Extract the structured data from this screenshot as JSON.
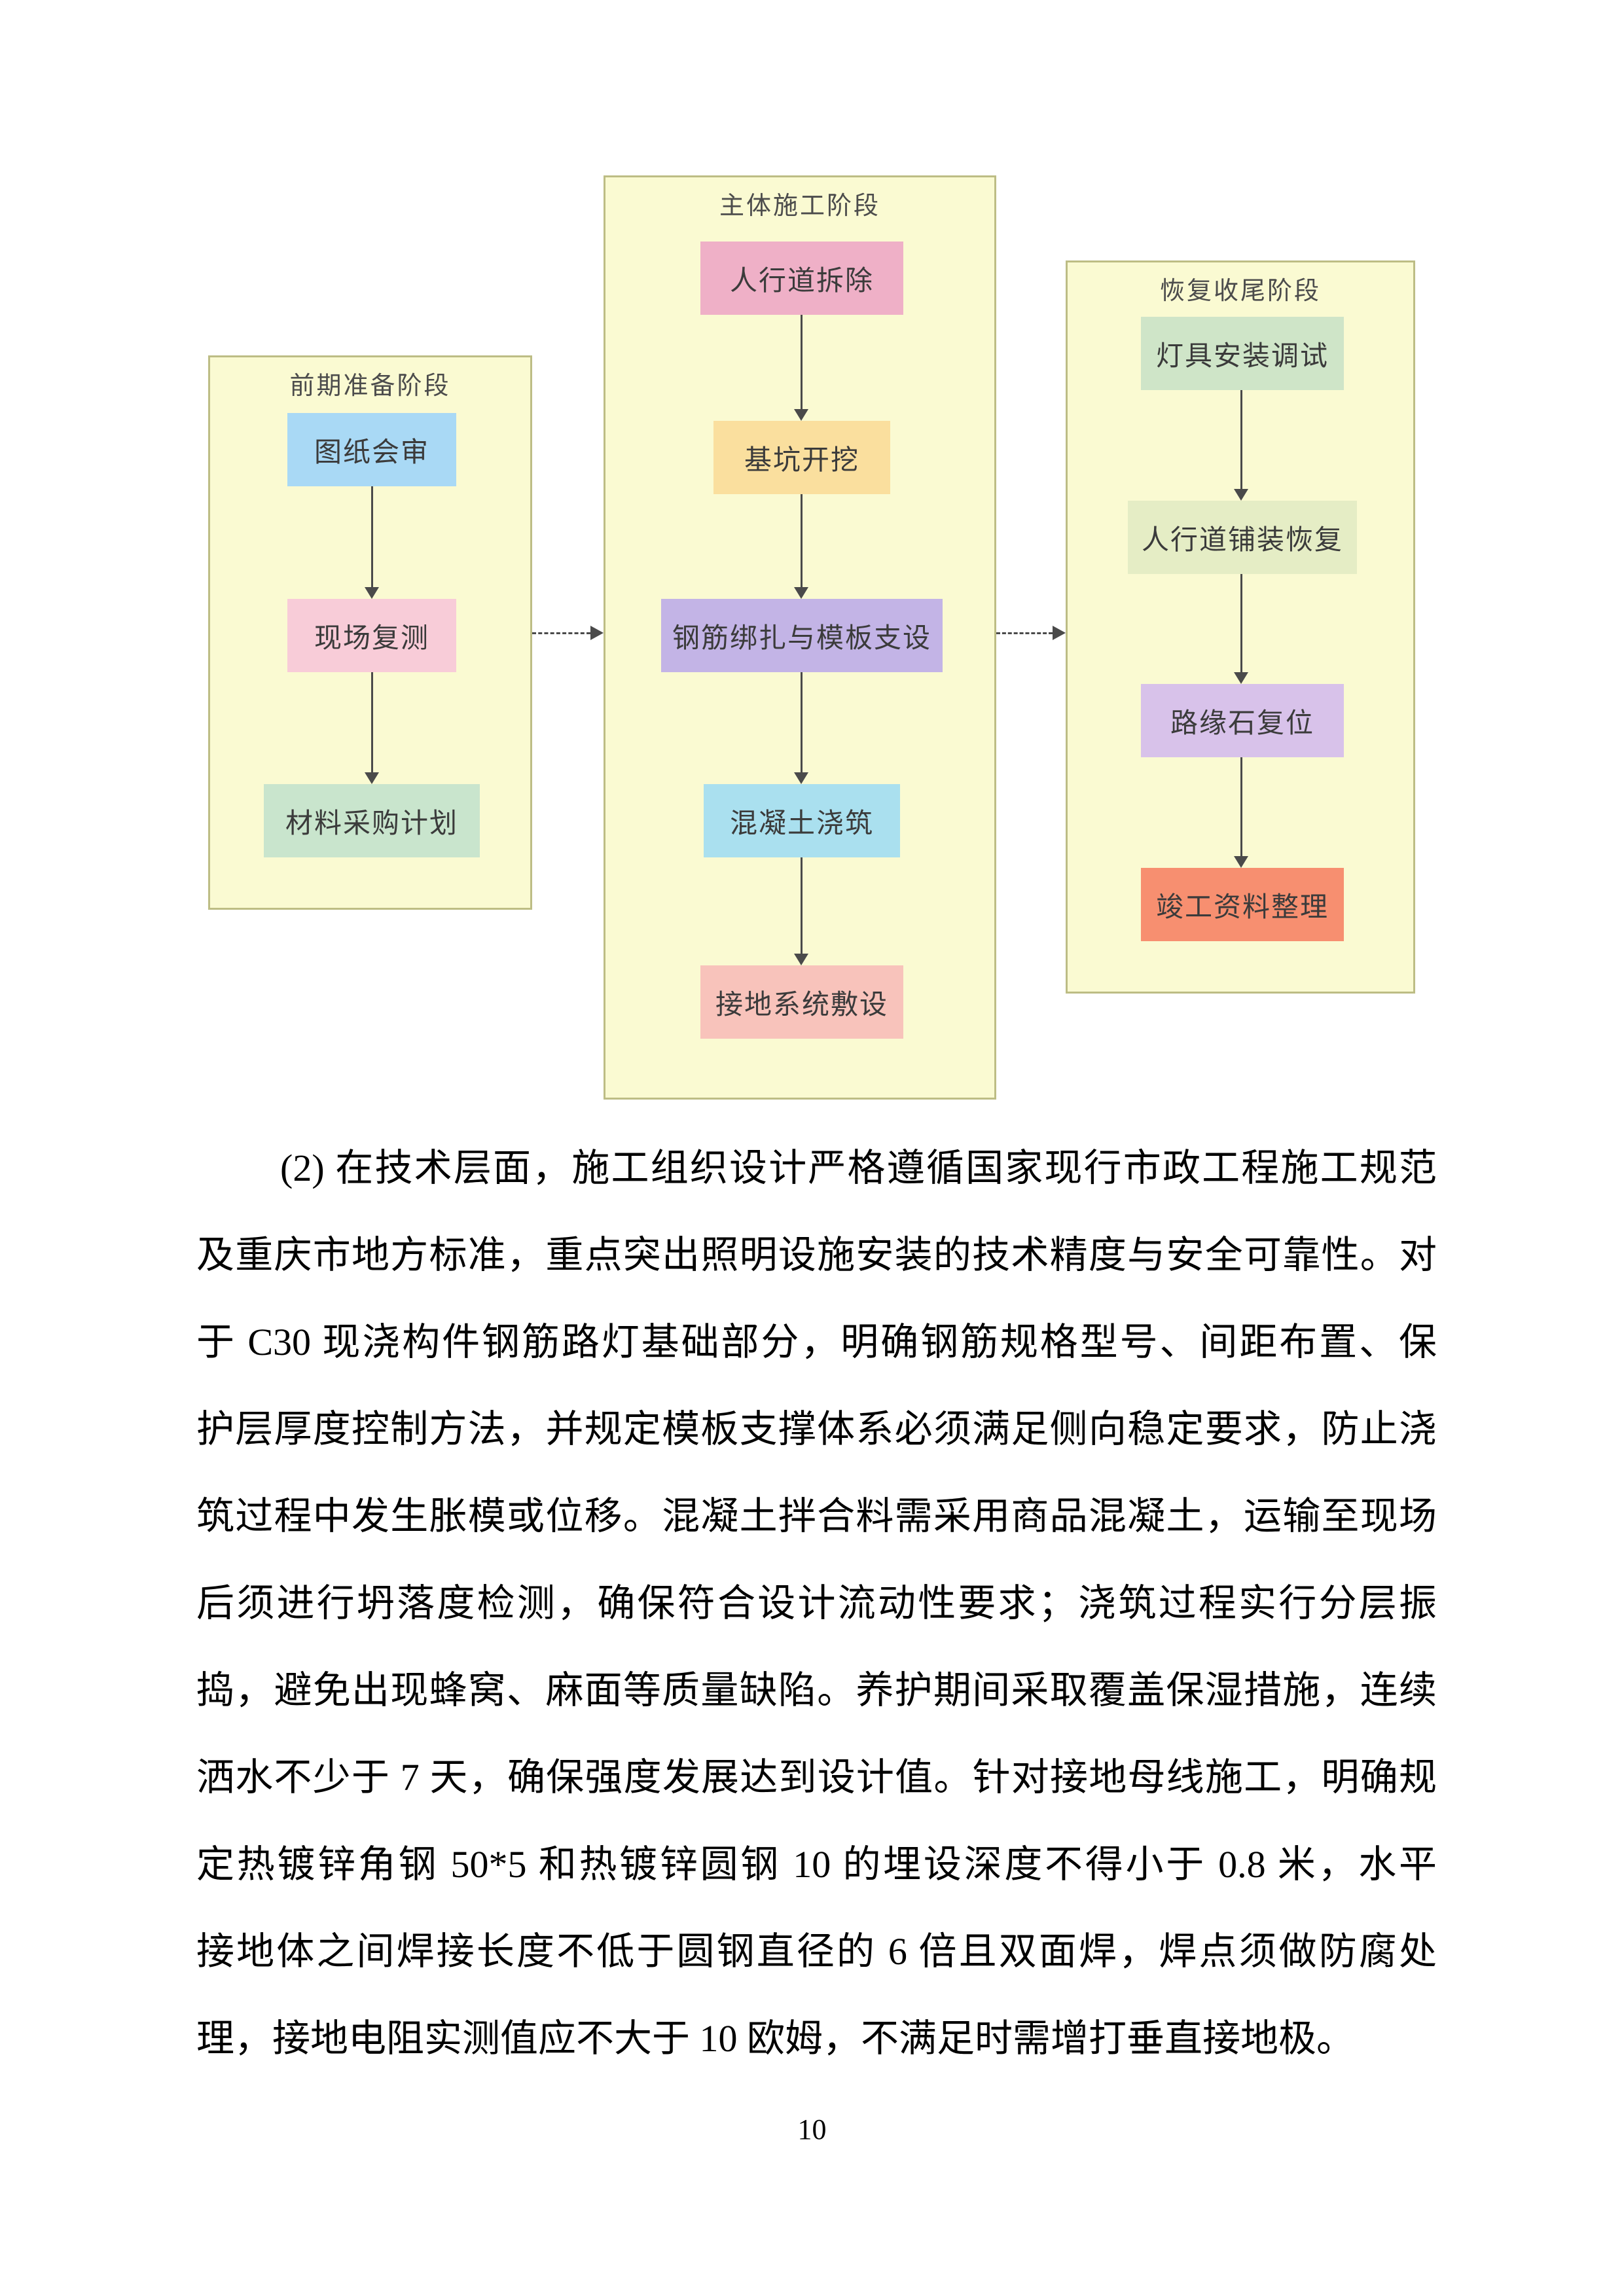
{
  "page": {
    "number": "10"
  },
  "flowchart": {
    "arrow_color": "#4a4a4a",
    "panel_bg": "#fafad2",
    "panel_border": "#bdbd85",
    "columns": [
      {
        "title": "前期准备阶段",
        "boxes": [
          {
            "label": "图纸会审",
            "color": "#a9d9f5"
          },
          {
            "label": "现场复测",
            "color": "#f8ccd8"
          },
          {
            "label": "材料采购计划",
            "color": "#c9e5cd"
          }
        ]
      },
      {
        "title": "主体施工阶段",
        "boxes": [
          {
            "label": "人行道拆除",
            "color": "#efb0c7"
          },
          {
            "label": "基坑开挖",
            "color": "#fadf9e"
          },
          {
            "label": "钢筋绑扎与模板支设",
            "color": "#c3b4e6"
          },
          {
            "label": "混凝土浇筑",
            "color": "#aae0ef"
          },
          {
            "label": "接地系统敷设",
            "color": "#f8c3bb"
          }
        ]
      },
      {
        "title": "恢复收尾阶段",
        "boxes": [
          {
            "label": "灯具安装调试",
            "color": "#cfe5c8"
          },
          {
            "label": "人行道铺装恢复",
            "color": "#e5edc5"
          },
          {
            "label": "路缘石复位",
            "color": "#d8c2ea"
          },
          {
            "label": "竣工资料整理",
            "color": "#f78f70"
          }
        ]
      }
    ]
  },
  "body": {
    "lines": [
      "(2) 在技术层面，施工组织设计严格遵循国家现行市政工程施工规范",
      "及重庆市地方标准，重点突出照明设施安装的技术精度与安全可靠性。对",
      "于 C30 现浇构件钢筋路灯基础部分，明确钢筋规格型号、间距布置、保",
      "护层厚度控制方法，并规定模板支撑体系必须满足侧向稳定要求，防止浇",
      "筑过程中发生胀模或位移。混凝土拌合料需采用商品混凝土，运输至现场",
      "后须进行坍落度检测，确保符合设计流动性要求；浇筑过程实行分层振",
      "捣，避免出现蜂窝、麻面等质量缺陷。养护期间采取覆盖保湿措施，连续",
      "洒水不少于 7 天，确保强度发展达到设计值。针对接地母线施工，明确规",
      "定热镀锌角钢 50*5 和热镀锌圆钢 10 的埋设深度不得小于 0.8 米，水平",
      "接地体之间焊接长度不低于圆钢直径的 6 倍且双面焊，焊点须做防腐处",
      "理，接地电阻实测值应不大于 10 欧姆，不满足时需增打垂直接地极。"
    ]
  }
}
